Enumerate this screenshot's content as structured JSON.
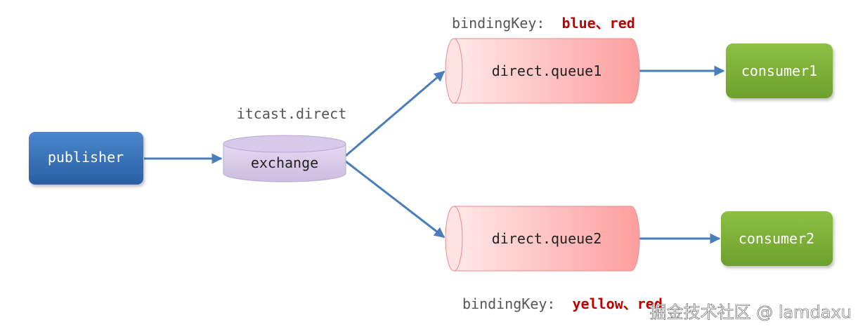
{
  "publisher": {
    "label": "publisher"
  },
  "exchange": {
    "name": "itcast.direct",
    "label": "exchange"
  },
  "queues": [
    {
      "label": "direct.queue1",
      "binding_prefix": "bindingKey:",
      "binding_value": "blue、red"
    },
    {
      "label": "direct.queue2",
      "binding_prefix": "bindingKey:",
      "binding_value": "yellow、red"
    }
  ],
  "consumers": [
    {
      "label": "consumer1"
    },
    {
      "label": "consumer2"
    }
  ],
  "watermark": {
    "text": "掘金技术社区 @ lamdaxu"
  },
  "colors": {
    "publisher": "#2F6DB8",
    "exchange": "#D9CDEA",
    "queue": "#FFB3B3",
    "consumer": "#7DB23A",
    "arrow": "#4A7EBB",
    "binding_value": "#C00000"
  }
}
